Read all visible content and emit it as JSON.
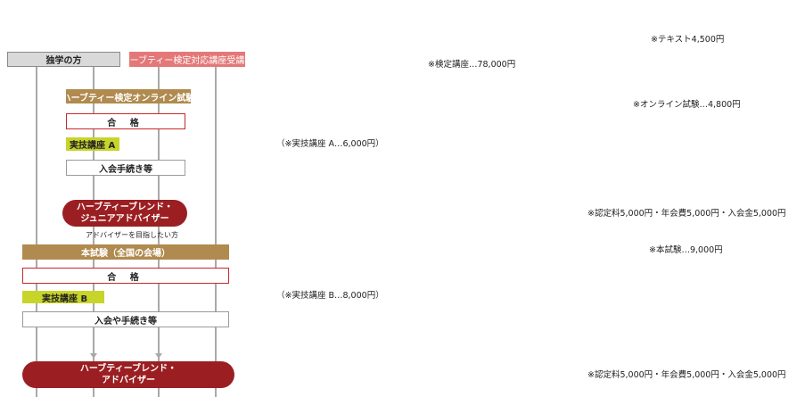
{
  "headers": {
    "self_study": "独学の方",
    "course_student": "ハーブティー検定対応講座受講者"
  },
  "flow": {
    "online_exam": "ハーブティー検定オンライン試験",
    "pass_1": "合 格",
    "practical_a": "実技講座 A",
    "enrollment_1": "入会手続き等",
    "junior_advisor_line1": "ハーブティーブレンド・",
    "junior_advisor_line2": "ジュニアアドバイザー",
    "aspire_advisor": "アドバイザーを目指したい方",
    "main_exam": "本試験（全国の会場）",
    "pass_2": "合 格",
    "practical_b": "実技講座 B",
    "enrollment_2": "入会や手続き等",
    "advisor_line1": "ハーブティーブレンド・",
    "advisor_line2": "アドバイザー"
  },
  "notes": {
    "text_fee": "※テキスト4,500円",
    "course_fee": "※検定講座…78,000円",
    "online_exam_fee": "※オンライン試験…4,800円",
    "practical_a_fee": "（※実技講座 A…6,000円）",
    "junior_fees": "※認定料5,000円・年会費5,000円・入会金5,000円",
    "main_exam_fee": "※本試験…9,000円",
    "practical_b_fee": "（※実技講座 B…8,000円）",
    "advisor_fees": "※認定料5,000円・年会費5,000円・入会金5,000円"
  },
  "colors": {
    "gray_header": "#d9d9d9",
    "pink_header": "#e47878",
    "gold": "#b08a4e",
    "lime": "#c7d42a",
    "red_outline": "#c8282d",
    "dark_red": "#9b1f22",
    "line": "#a9a9a9"
  }
}
